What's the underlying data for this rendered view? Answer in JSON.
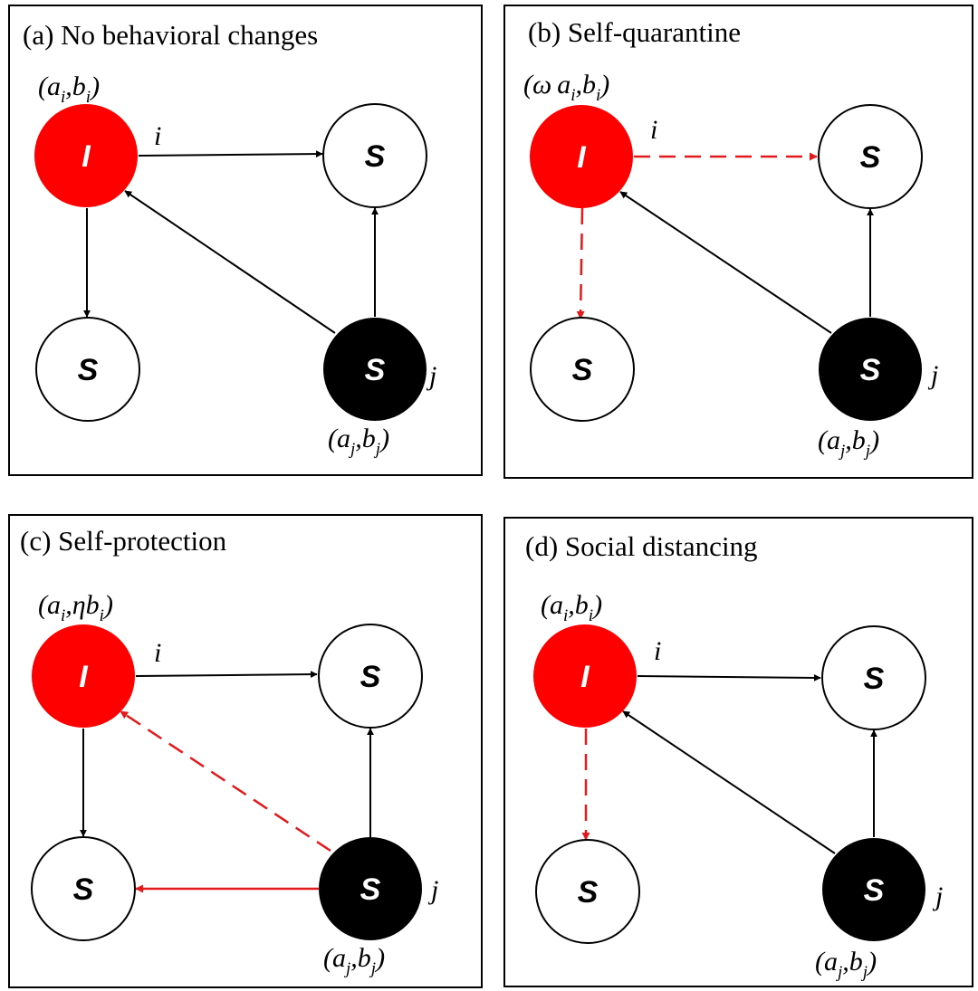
{
  "panels": [
    {
      "title": "(a) No behavioral changes",
      "node_i": {
        "label": "I",
        "name": "i",
        "params": {
          "a": "a",
          "a_sub": "i",
          "b": "b",
          "b_sub": "i",
          "a_prefix": "",
          "b_prefix": ""
        }
      },
      "node_j": {
        "label": "S",
        "name": "j",
        "params": {
          "a": "a",
          "a_sub": "j",
          "b": "b",
          "b_sub": "j"
        }
      },
      "node_s1": {
        "label": "S"
      },
      "node_s2": {
        "label": "S"
      }
    },
    {
      "title": "(b) Self-quarantine",
      "node_i": {
        "label": "I",
        "name": "i",
        "params": {
          "a": "a",
          "a_sub": "i",
          "b": "b",
          "b_sub": "i",
          "a_prefix": "ω",
          "b_prefix": ""
        }
      },
      "node_j": {
        "label": "S",
        "name": "j",
        "params": {
          "a": "a",
          "a_sub": "j",
          "b": "b",
          "b_sub": "j"
        }
      },
      "node_s1": {
        "label": "S"
      },
      "node_s2": {
        "label": "S"
      }
    },
    {
      "title": "(c) Self-protection",
      "node_i": {
        "label": "I",
        "name": "i",
        "params": {
          "a": "a",
          "a_sub": "i",
          "b": "b",
          "b_sub": "i",
          "a_prefix": "",
          "b_prefix": "η"
        }
      },
      "node_j": {
        "label": "S",
        "name": "j",
        "params": {
          "a": "a",
          "a_sub": "j",
          "b": "b",
          "b_sub": "j"
        }
      },
      "node_s1": {
        "label": "S"
      },
      "node_s2": {
        "label": "S"
      }
    },
    {
      "title": "(d) Social distancing",
      "node_i": {
        "label": "I",
        "name": "i",
        "params": {
          "a": "a",
          "a_sub": "i",
          "b": "b",
          "b_sub": "i",
          "a_prefix": "",
          "b_prefix": ""
        }
      },
      "node_j": {
        "label": "S",
        "name": "j",
        "params": {
          "a": "a",
          "a_sub": "j",
          "b": "b",
          "b_sub": "j"
        }
      },
      "node_s1": {
        "label": "S"
      },
      "node_s2": {
        "label": "S"
      }
    }
  ],
  "punct": {
    "open": "(",
    "comma": ",",
    "close": ")"
  },
  "colors": {
    "infected": "#ff0000",
    "highlight_edge": "#e31a1c",
    "edge": "#000000",
    "node_j": "#000000",
    "node_s": "#ffffff"
  }
}
